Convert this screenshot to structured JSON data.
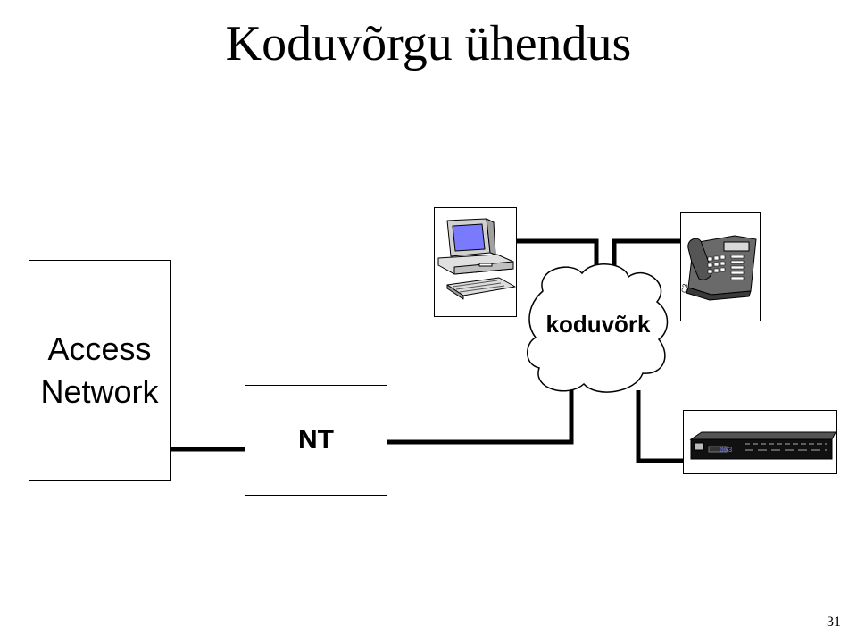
{
  "title": "Koduvõrgu ühendus",
  "access_network": {
    "line1": "Access",
    "line2": "Network"
  },
  "nt_label": "NT",
  "cloud_label": "koduvõrk",
  "router_display": "063",
  "page_number": "31"
}
